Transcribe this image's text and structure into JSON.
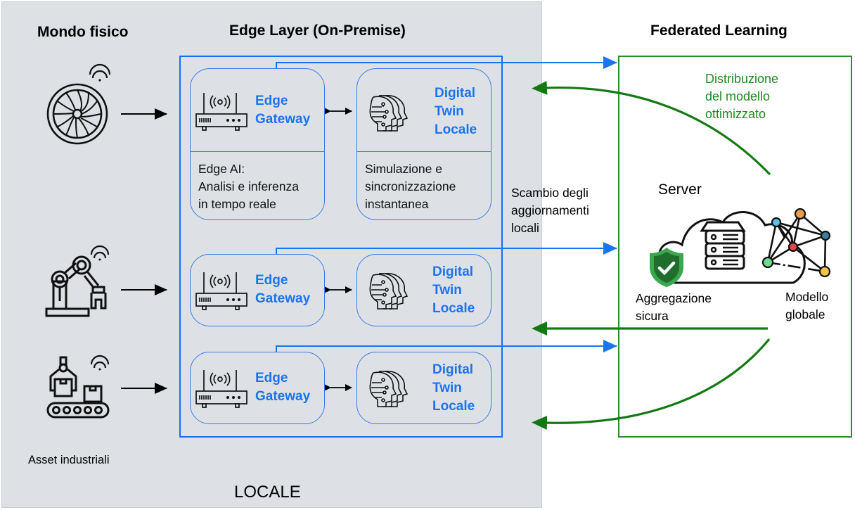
{
  "sections": {
    "physical_world": {
      "title": "Mondo fisico",
      "caption": "Asset industriali"
    },
    "edge_layer": {
      "title": "Edge Layer (On-Premise)"
    },
    "federated_learning": {
      "title": "Federated Learning"
    },
    "locale_label": "LOCALE"
  },
  "assets": [
    {
      "name": "turbine",
      "icon": "turbine-icon"
    },
    {
      "name": "robotic-arm",
      "icon": "robotic-arm-icon"
    },
    {
      "name": "conveyor",
      "icon": "conveyor-icon"
    }
  ],
  "edge_nodes": [
    {
      "gateway": {
        "title_line1": "Edge",
        "title_line2": "Gateway",
        "desc": [
          "Edge AI:",
          "Analisi e inferenza",
          "in tempo reale"
        ]
      },
      "twin": {
        "title_line1": "Digital",
        "title_line2": "Twin",
        "title_line3": "Locale",
        "desc": [
          "Simulazione e",
          "sincronizzazione",
          "instantanea"
        ]
      }
    },
    {
      "gateway": {
        "title_line1": "Edge",
        "title_line2": "Gateway"
      },
      "twin": {
        "title_line1": "Digital",
        "title_line2": "Twin",
        "title_line3": "Locale"
      }
    },
    {
      "gateway": {
        "title_line1": "Edge",
        "title_line2": "Gateway"
      },
      "twin": {
        "title_line1": "Digital",
        "title_line2": "Twin",
        "title_line3": "Locale"
      }
    }
  ],
  "flows": {
    "updates_label": [
      "Scambio degli",
      "aggiornamenti",
      "locali"
    ],
    "distribution_label": [
      "Distribuzione",
      "del modello",
      "ottimizzato"
    ]
  },
  "server": {
    "title": "Server",
    "secure_aggregation": [
      "Aggregazione",
      "sicura"
    ],
    "global_model": [
      "Modello",
      "globale"
    ]
  },
  "colors": {
    "edge_blue": "#1a74f0",
    "fl_green": "#1f7a1f",
    "panel_gray": "#dde1e5",
    "shield_green": "#2e9e44"
  }
}
